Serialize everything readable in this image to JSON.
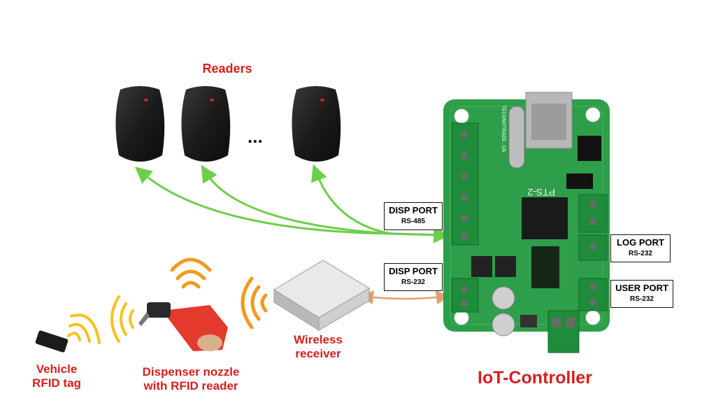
{
  "labels": {
    "readers": "Readers",
    "ellipsis": "...",
    "vehicle_tag": "Vehicle\nRFID tag",
    "vehicle_tag_line1": "Vehicle",
    "vehicle_tag_line2": "RFID tag",
    "nozzle_line1": "Dispenser nozzle",
    "nozzle_line2": "with RFID reader",
    "wireless_line1": "Wireless",
    "wireless_line2": "receiver",
    "controller": "IoT-Controller"
  },
  "ports": [
    {
      "name": "DISP PORT",
      "protocol": "RS-485"
    },
    {
      "name": "DISP PORT",
      "protocol": "RS-232"
    },
    {
      "name": "LOG PORT",
      "protocol": "RS-232"
    },
    {
      "name": "USER PORT",
      "protocol": "RS-232"
    }
  ],
  "board": {
    "brand": "TECHNOTRADE.UA",
    "model": "PTS-2"
  },
  "colors": {
    "title_red": "#d81e1e",
    "reader_link": "#6ccf4a",
    "wireless_link": "#e0a070",
    "board_green": "#2e9e4a",
    "signal_orange": "#f29a1e"
  }
}
